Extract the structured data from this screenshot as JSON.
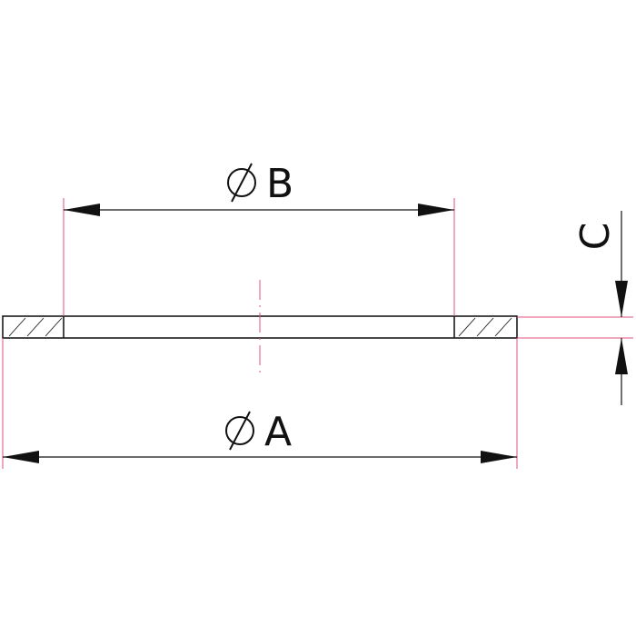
{
  "dimensions": {
    "outer_diameter_label": "A",
    "inner_diameter_label": "B",
    "thickness_label": "C"
  },
  "symbols": {
    "diameter": "diameter-symbol-icon"
  },
  "colors": {
    "line": "#1a1a1a",
    "extension_line": "#e0527a"
  }
}
